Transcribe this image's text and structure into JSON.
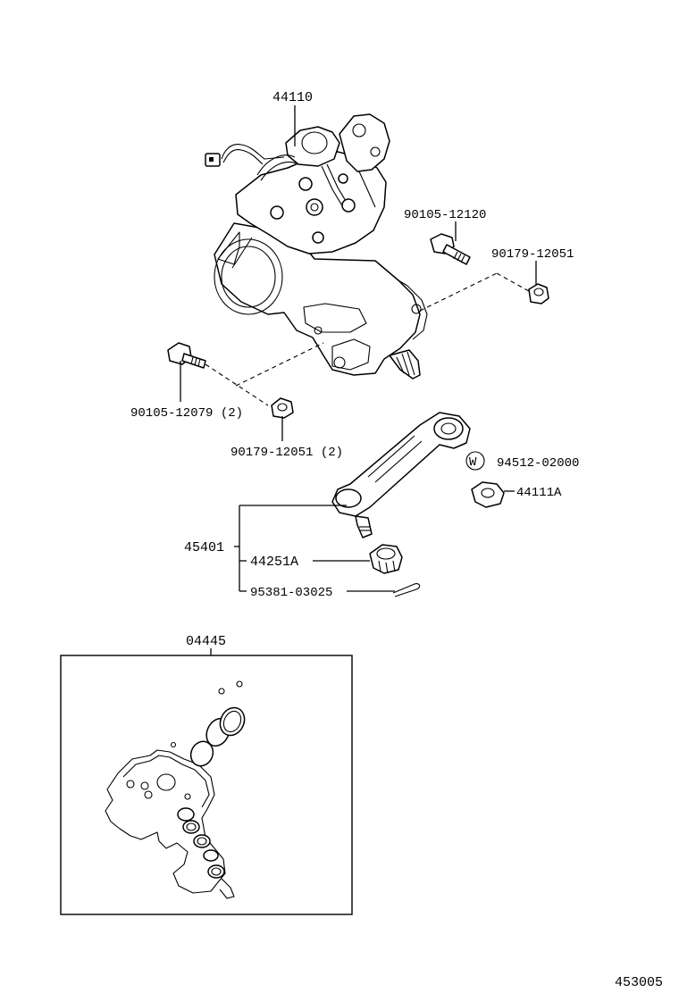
{
  "parts": {
    "gear_housing": "44110",
    "flange_bolt_upper": "90105-12120",
    "nut_upper": "90179-12051",
    "flange_bolt_lower": "90105-12079 (2)",
    "nut_lower": "90179-12051 (2)",
    "washer_symbol": "W",
    "washer": "94512-02000",
    "arm_nut": "44111A",
    "pitman_arm_assy": "45401",
    "castle_nut": "44251A",
    "cotter_pin": "95381-03025",
    "gasket_kit": "04445"
  },
  "figure_number": "453005"
}
